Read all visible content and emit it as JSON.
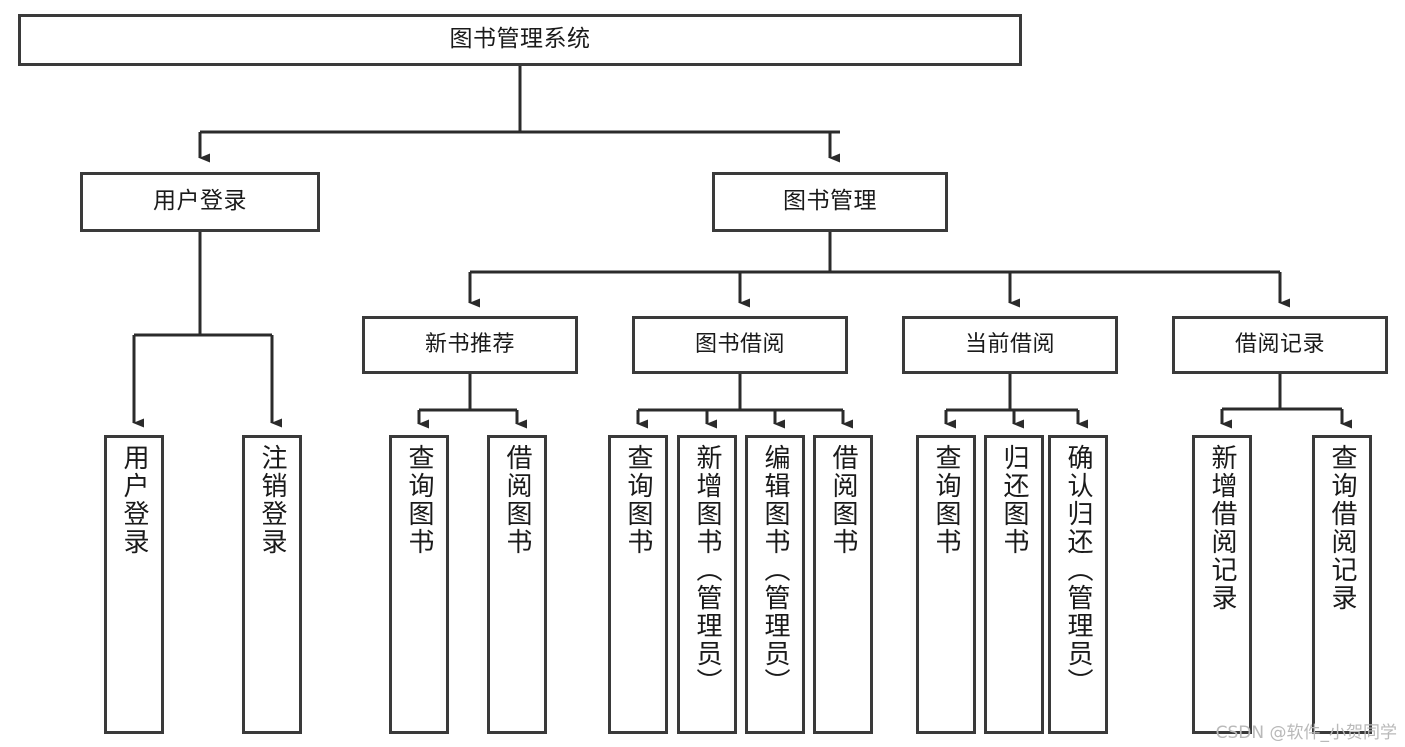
{
  "diagram": {
    "title": "图书管理系统",
    "watermark": "CSDN @软件_小贺同学",
    "colors": {
      "border": "#3a3a3a",
      "edge": "#2b2b2b",
      "background": "#ffffff",
      "text": "#1a1a1a",
      "watermark": "#b9b9b9"
    },
    "nodes": {
      "root": {
        "label": "图书管理系统"
      },
      "level2": [
        {
          "label": "用户登录"
        },
        {
          "label": "图书管理"
        }
      ],
      "level3": [
        {
          "label": "新书推荐"
        },
        {
          "label": "图书借阅"
        },
        {
          "label": "当前借阅"
        },
        {
          "label": "借阅记录"
        }
      ],
      "leaves": {
        "user_login": [
          {
            "label": "用户登录"
          },
          {
            "label": "注销登录"
          }
        ],
        "new_book": [
          {
            "label": "查询图书"
          },
          {
            "label": "借阅图书"
          }
        ],
        "book_borrow": [
          {
            "label": "查询图书"
          },
          {
            "label": "新增图书（管理员）"
          },
          {
            "label": "编辑图书（管理员）"
          },
          {
            "label": "借阅图书"
          }
        ],
        "current_borrow": [
          {
            "label": "查询图书"
          },
          {
            "label": "归还图书"
          },
          {
            "label": "确认归还（管理员）"
          }
        ],
        "borrow_record": [
          {
            "label": "新增借阅记录"
          },
          {
            "label": "查询借阅记录"
          }
        ]
      }
    }
  }
}
